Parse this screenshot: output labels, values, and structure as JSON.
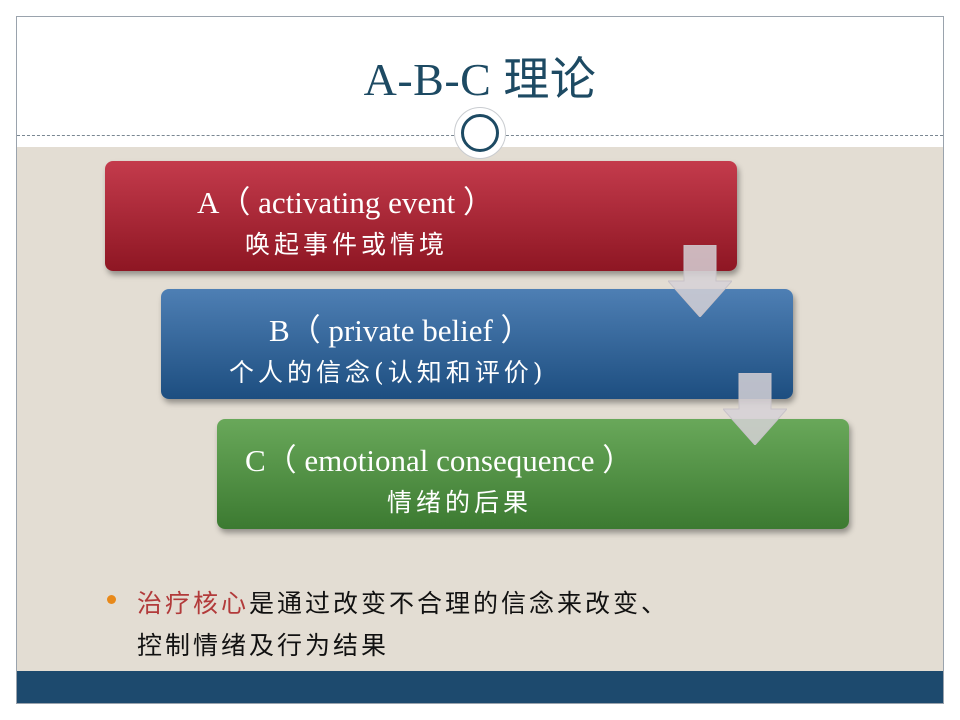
{
  "slide": {
    "title": "A-B-C 理论"
  },
  "steps": [
    {
      "title": "A（ activating event ）",
      "subtitle": "唤起事件或情境",
      "color": "#b0283a"
    },
    {
      "title": "B（ private belief ）",
      "subtitle": "个人的信念(认知和评价)",
      "color": "#2f6196"
    },
    {
      "title": "C（ emotional consequence ）",
      "subtitle": "情绪的后果",
      "color": "#528f44"
    }
  ],
  "bullet": {
    "emphasis": "治疗核心",
    "text_line1": "是通过改变不合理的信念来改变、",
    "text_line2": "控制情绪及行为结果",
    "emphasis_color": "#b23a3a",
    "bullet_color": "#e8891a"
  },
  "icons": {
    "divider": "ring-icon",
    "arrow": "down-arrow-icon"
  },
  "colors": {
    "title": "#1d4a63",
    "background": "#e3ddd3",
    "footer": "#1d4a6e"
  }
}
